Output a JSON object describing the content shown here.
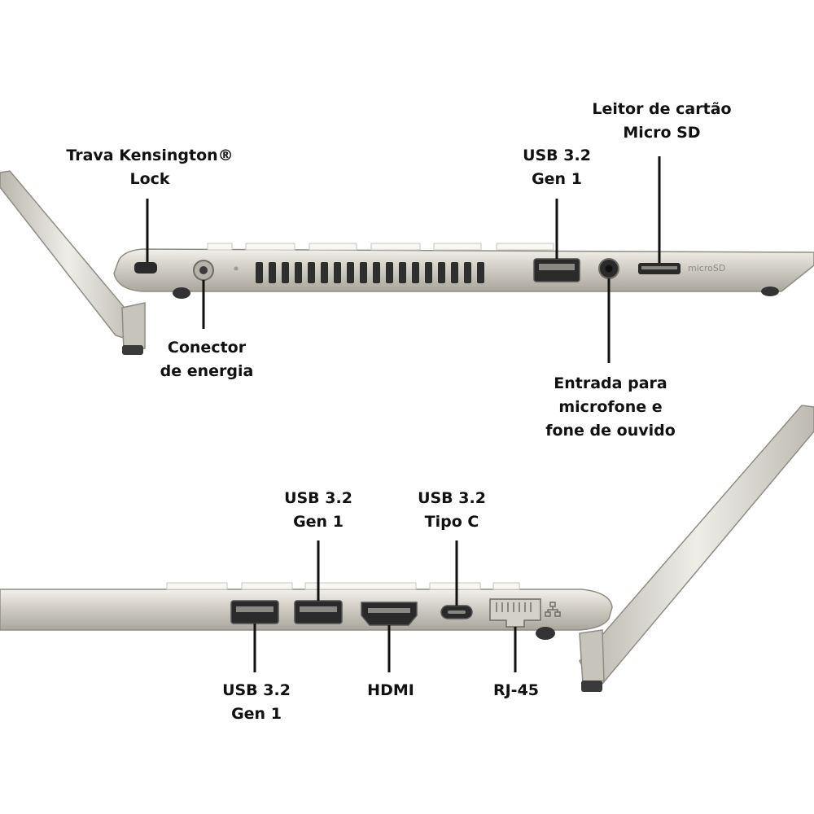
{
  "labels": {
    "kensington": [
      "Trava Kensington®",
      "Lock"
    ],
    "usb_top": [
      "USB 3.2",
      "Gen 1"
    ],
    "microsd": [
      "Leitor de cartão",
      "Micro SD"
    ],
    "power": [
      "Conector",
      "de energia"
    ],
    "audio": [
      "Entrada para",
      "microfone e",
      "fone de ouvido"
    ],
    "usb_bottom_2": [
      "USB 3.2",
      "Gen 1"
    ],
    "usb_c": [
      "USB 3.2",
      "Tipo C"
    ],
    "usb_bottom_1": [
      "USB 3.2",
      "Gen 1"
    ],
    "hdmi": [
      "HDMI"
    ],
    "rj45": [
      "RJ-45"
    ]
  },
  "port_markings": {
    "microsd_logo": "microSD"
  },
  "icons": {
    "ethernet": "network-icon",
    "lock_slot": "kensington-slot-icon"
  },
  "colors": {
    "body": "#c9c6bd",
    "body_light": "#dddad2",
    "body_dark": "#9e9b93",
    "port": "#2a2a2a",
    "line": "#111111"
  }
}
